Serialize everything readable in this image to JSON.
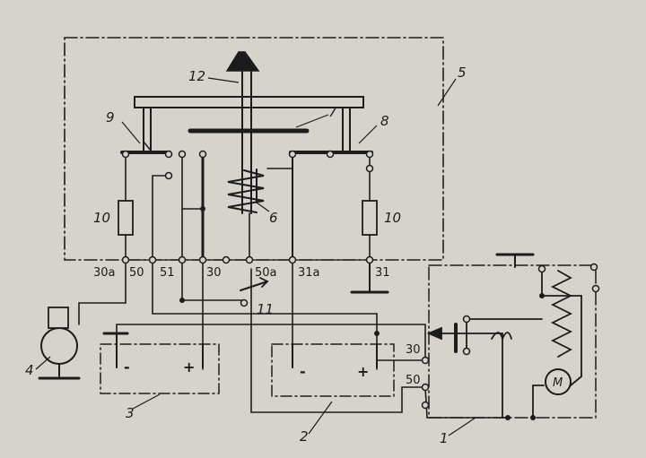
{
  "part_labels": {
    "p1": "1",
    "p2": "2",
    "p3": "3",
    "p4": "4",
    "p5": "5",
    "p6": "6",
    "p7": "7",
    "p8": "8",
    "p9": "9",
    "p10_left": "10",
    "p10_right": "10",
    "p11": "11",
    "p12": "12"
  },
  "relay_terminals": {
    "t30a": "30a",
    "t50": "50",
    "t51": "51",
    "t30": "30",
    "t50a": "50a",
    "t31a": "31a",
    "t31": "31"
  },
  "starter_terminals": {
    "t30": "30",
    "t50": "50"
  },
  "motor_symbol": "M",
  "battery_signs": {
    "minus": "-",
    "plus": "+"
  }
}
